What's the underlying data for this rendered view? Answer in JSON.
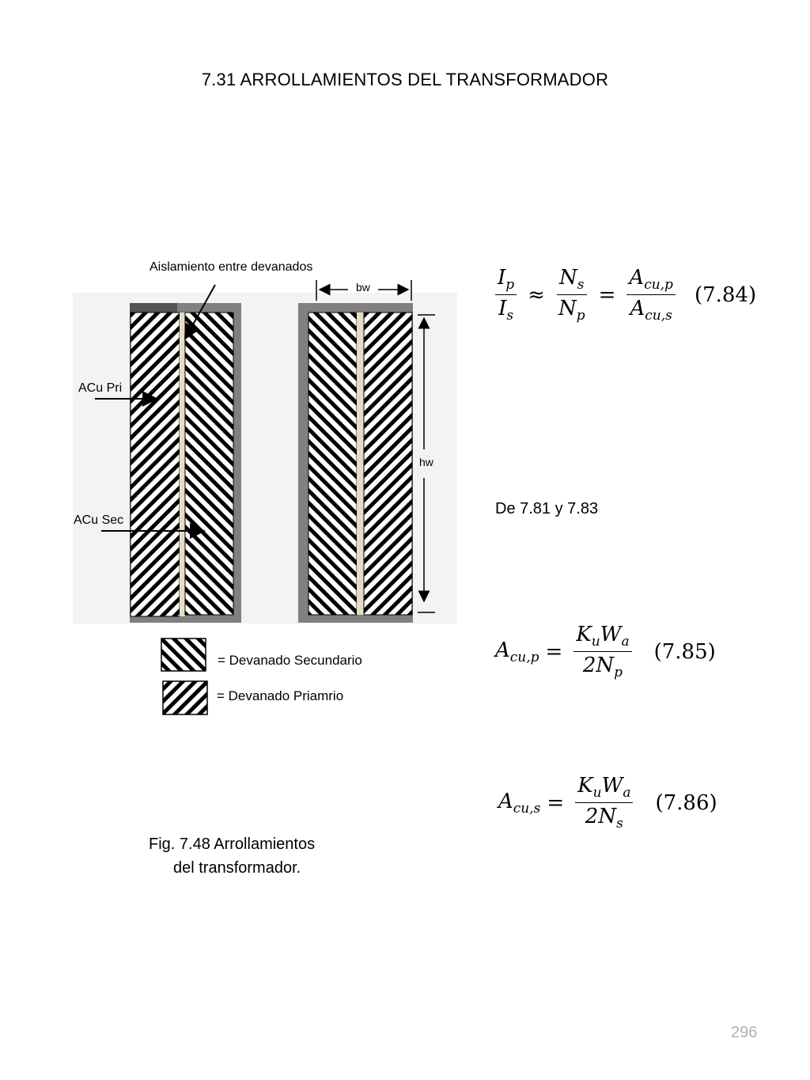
{
  "title": "7.31  ARROLLAMIENTOS DEL TRANSFORMADOR",
  "diagram": {
    "insulation_label": "Aislamiento  entre  devanados",
    "bw_label": "bw",
    "hw_label": "hw",
    "acu_pri_label": "ACu Pri",
    "acu_sec_label": "ACu  Sec",
    "legend_secondary": "= Devanado Secundario",
    "legend_primary": "= Devanado  Priamrio"
  },
  "caption_line1": "Fig.  7.48 Arrollamientos",
  "caption_line2": "del transformador.",
  "note": "De 7.81 y 7.83",
  "equations": {
    "eq84": {
      "f1_num": "I",
      "f1_num_sub": "p",
      "f1_den": "I",
      "f1_den_sub": "s",
      "op1": "≈",
      "f2_num": "N",
      "f2_num_sub": "s",
      "f2_den": "N",
      "f2_den_sub": "p",
      "op2": "=",
      "f3_num": "A",
      "f3_num_sub": "cu,p",
      "f3_den": "A",
      "f3_den_sub": "cu,s",
      "number": "(7.84)"
    },
    "eq85": {
      "lhs": "A",
      "lhs_sub": "cu,p",
      "op": "=",
      "num_a": "K",
      "num_a_sub": "u",
      "num_b": "W",
      "num_b_sub": "a",
      "den": "2N",
      "den_sub": "p",
      "number": "(7.85)"
    },
    "eq86": {
      "lhs": "A",
      "lhs_sub": "cu,s",
      "op": "=",
      "num_a": "K",
      "num_a_sub": "u",
      "num_b": "W",
      "num_b_sub": "a",
      "den": "2N",
      "den_sub": "s",
      "number": "(7.86)"
    }
  },
  "page_number": "296",
  "colors": {
    "core": "#808080",
    "core_dark": "#555555",
    "insulation": "#e6dcc6",
    "background_panel": "#f3f3f3"
  }
}
